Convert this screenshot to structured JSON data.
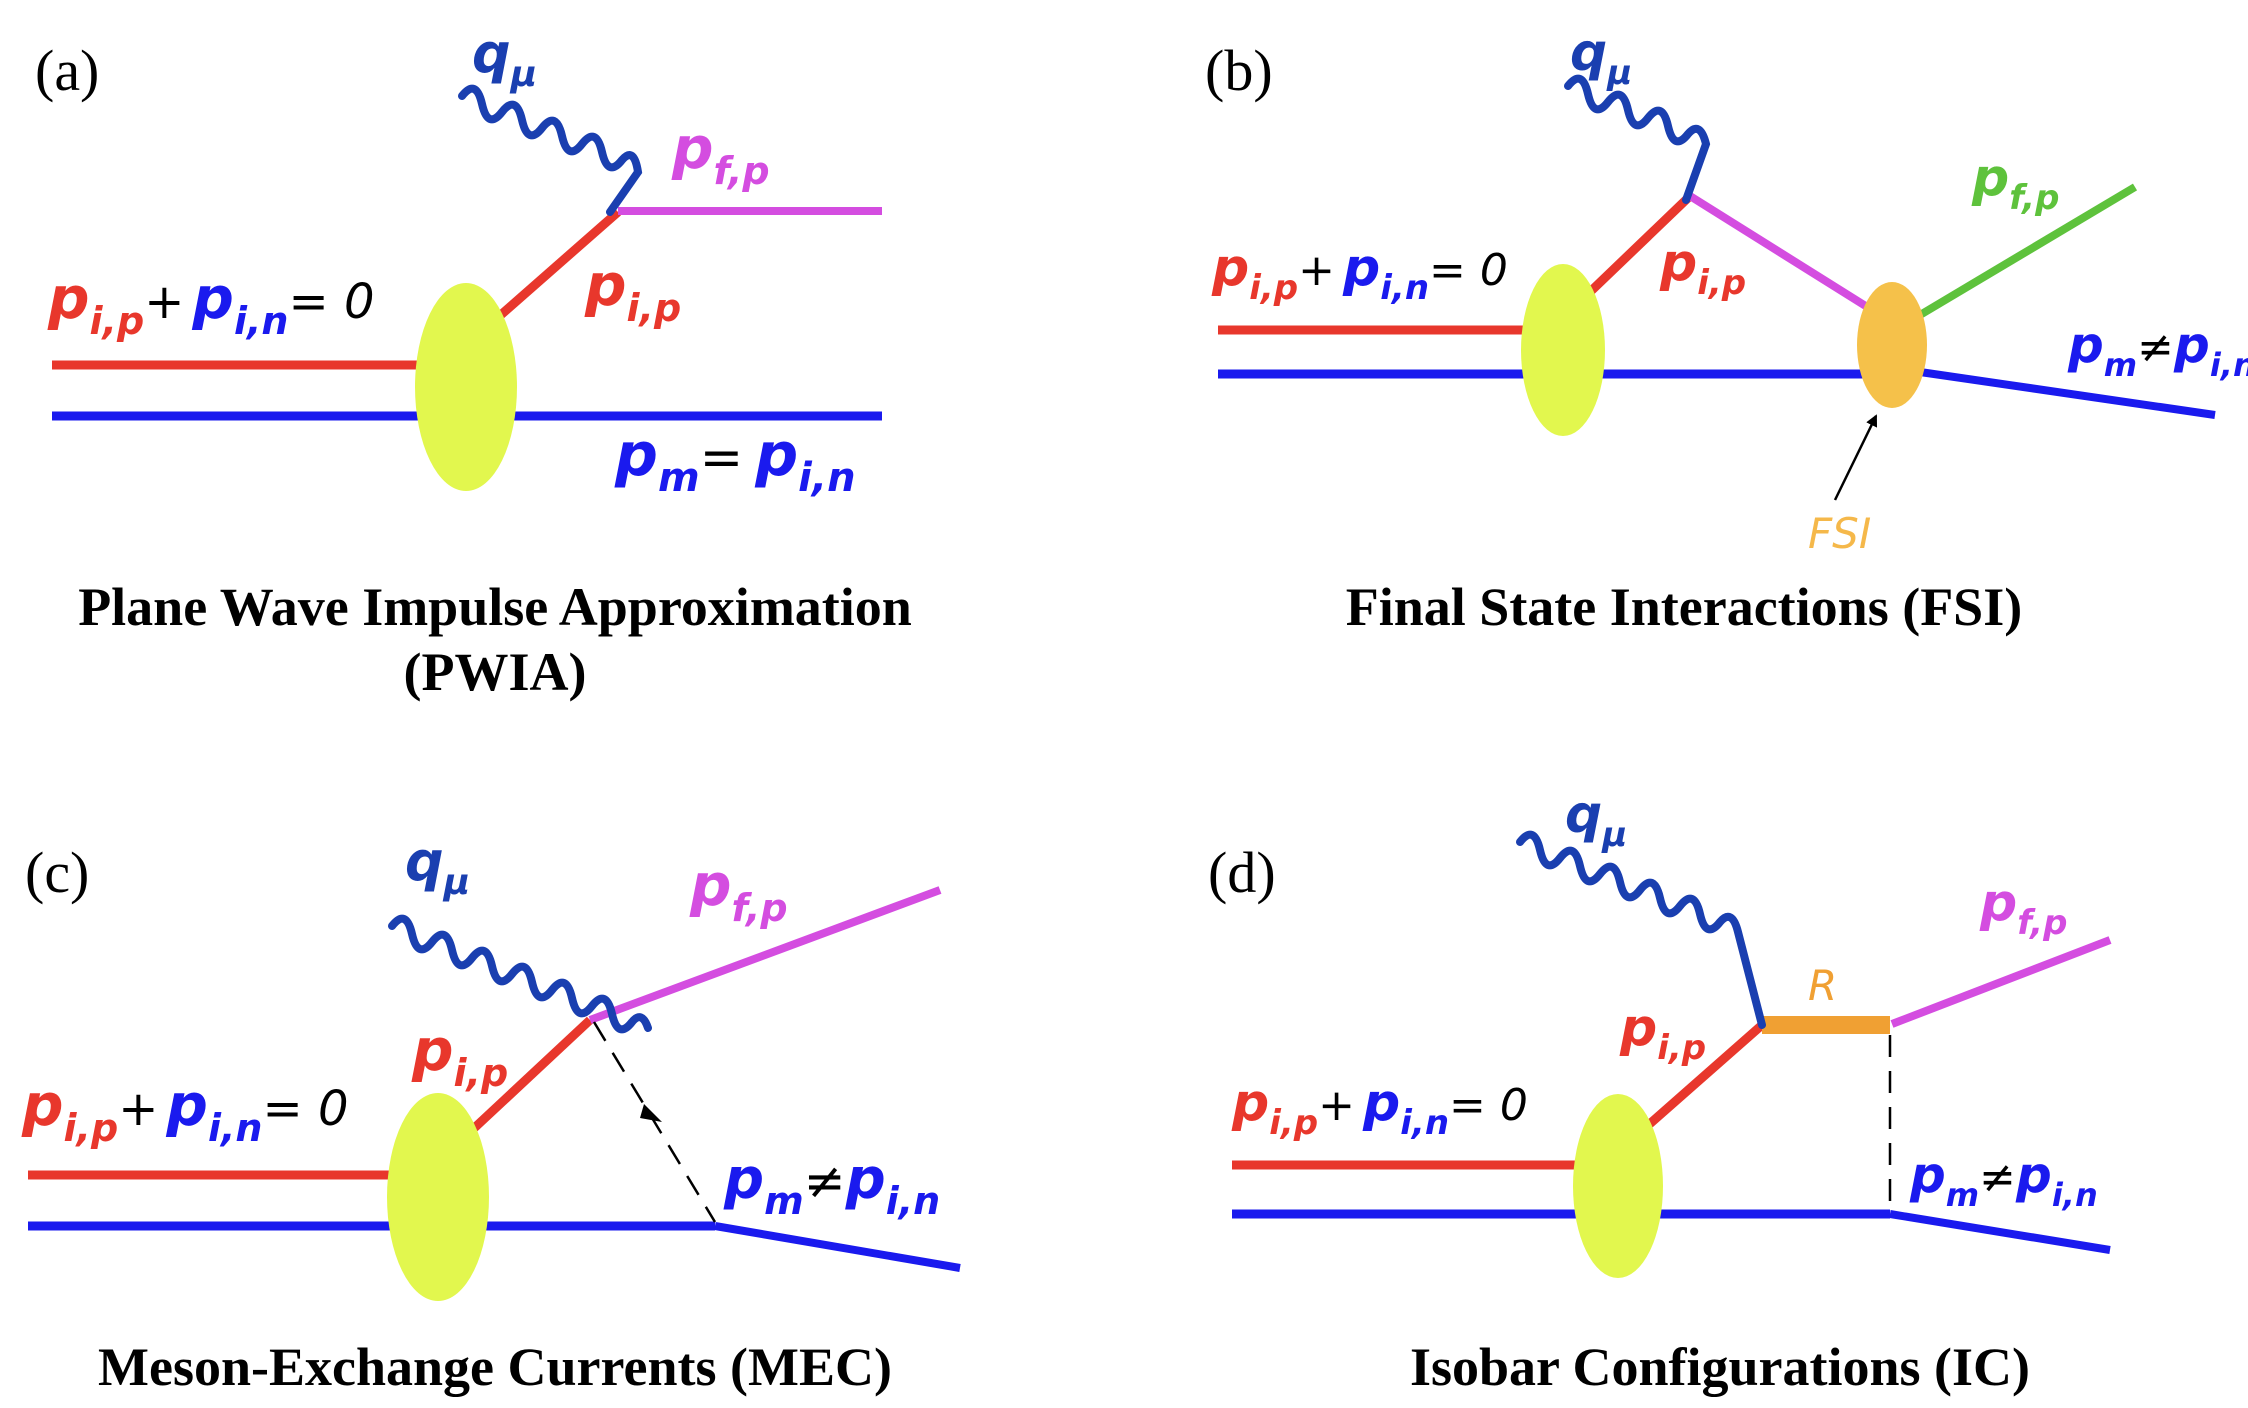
{
  "panels": {
    "a": {
      "tag": "(a)",
      "caption_line1": "Plane Wave Impulse Approximation",
      "caption_line2": "(PWIA)",
      "label_q": "q",
      "sub_q": "μ",
      "label_pf": "p",
      "sub_pf": "f,p",
      "label_pip": "p",
      "sub_pip": "i,p",
      "sum_p1": "p",
      "sum_s1": "i,p",
      "sum_plus": "+",
      "sum_p2": "p",
      "sum_s2": "i,n",
      "sum_eq": "= 0",
      "pm": "p",
      "pm_sub": "m",
      "pm_rel": "=",
      "pm_p": "p",
      "pm_psub": "i,n"
    },
    "b": {
      "tag": "(b)",
      "caption": "Final State Interactions (FSI)",
      "label_q": "q",
      "sub_q": "μ",
      "label_pf": "p",
      "sub_pf": "f,p",
      "label_pip": "p",
      "sub_pip": "i,p",
      "sum_p1": "p",
      "sum_s1": "i,p",
      "sum_plus": "+",
      "sum_p2": "p",
      "sum_s2": "i,n",
      "sum_eq": "= 0",
      "pm": "p",
      "pm_sub": "m",
      "pm_rel": "≠",
      "pm_p": "p",
      "pm_psub": "i,n",
      "fsi_label": "FSI"
    },
    "c": {
      "tag": "(c)",
      "caption": "Meson-Exchange Currents (MEC)",
      "label_q": "q",
      "sub_q": "μ",
      "label_pf": "p",
      "sub_pf": "f,p",
      "label_pip": "p",
      "sub_pip": "i,p",
      "sum_p1": "p",
      "sum_s1": "i,p",
      "sum_plus": "+",
      "sum_p2": "p",
      "sum_s2": "i,n",
      "sum_eq": "= 0",
      "pm": "p",
      "pm_sub": "m",
      "pm_rel": "≠",
      "pm_p": "p",
      "pm_psub": "i,n"
    },
    "d": {
      "tag": "(d)",
      "caption": "Isobar Configurations (IC)",
      "label_q": "q",
      "sub_q": "μ",
      "label_pf": "p",
      "sub_pf": "f,p",
      "label_pip": "p",
      "sub_pip": "i,p",
      "sum_p1": "p",
      "sum_s1": "i,p",
      "sum_plus": "+",
      "sum_p2": "p",
      "sum_s2": "i,n",
      "sum_eq": "= 0",
      "pm": "p",
      "pm_sub": "m",
      "pm_rel": "≠",
      "pm_p": "p",
      "pm_psub": "i,n",
      "r_label": "R"
    }
  },
  "colors": {
    "red": "#e8372c",
    "blue": "#1a1aee",
    "darkblue": "#1a3fb0",
    "magenta": "#d44de0",
    "green": "#5ec23c",
    "blob": "#e2f74e",
    "fsi_blob": "#f5c14a",
    "isobar": "#f0a033"
  }
}
